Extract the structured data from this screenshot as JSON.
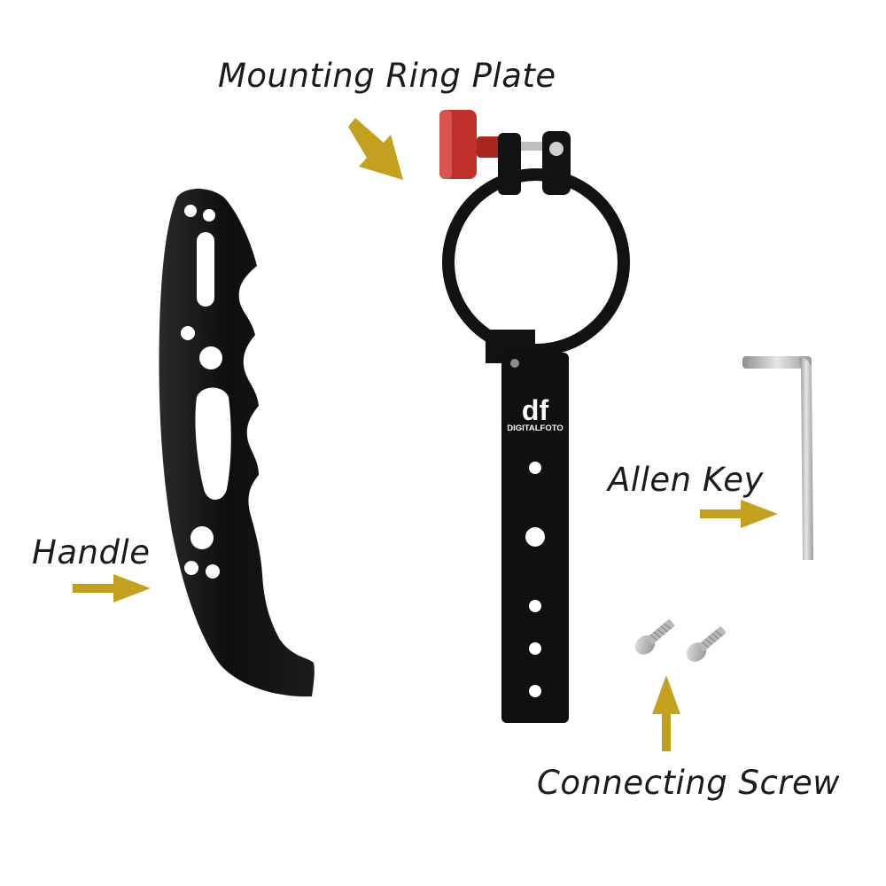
{
  "labels": {
    "mounting_ring_plate": "Mounting Ring Plate",
    "handle": "Handle",
    "allen_key": "Allen Key",
    "connecting_screw": "Connecting Screw"
  },
  "brand": {
    "logo": "df",
    "name": "DIGITALFOTO"
  },
  "colors": {
    "arrow": "#c3a01e",
    "metal_black": "#111111",
    "knob_red": "#c0302a",
    "allen_key_silver": "#b9b9b9",
    "background": "#ffffff"
  }
}
